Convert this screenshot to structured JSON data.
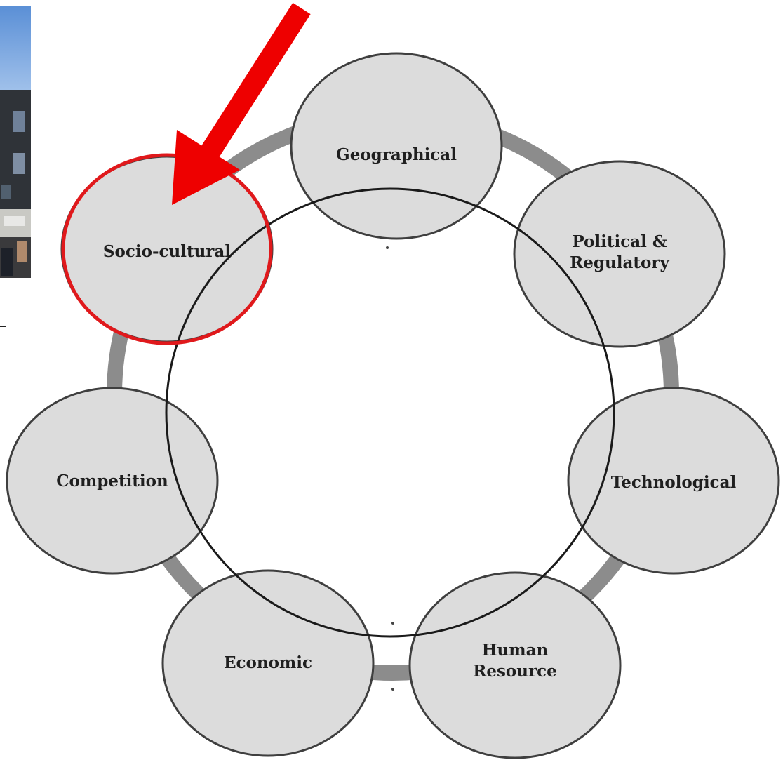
{
  "diagram": {
    "nodes": [
      {
        "key": "geographical",
        "lines": [
          "Geographical"
        ]
      },
      {
        "key": "political",
        "lines": [
          "Political &",
          "Regulatory"
        ]
      },
      {
        "key": "technological",
        "lines": [
          "Technological"
        ]
      },
      {
        "key": "human-resource",
        "lines": [
          "Human",
          "Resource"
        ]
      },
      {
        "key": "economic",
        "lines": [
          "Economic"
        ]
      },
      {
        "key": "competition",
        "lines": [
          "Competition"
        ]
      },
      {
        "key": "socio-cultural",
        "lines": [
          "Socio-cultural"
        ]
      }
    ],
    "highlighted_node": "socio-cultural"
  },
  "colors": {
    "node_fill": "#dcdcdc",
    "node_stroke": "#3f3f3f",
    "ring": "#8c8c8c",
    "center_stroke": "#1a1a1a",
    "highlight": "#e0191c",
    "arrow": "#ee0000"
  }
}
